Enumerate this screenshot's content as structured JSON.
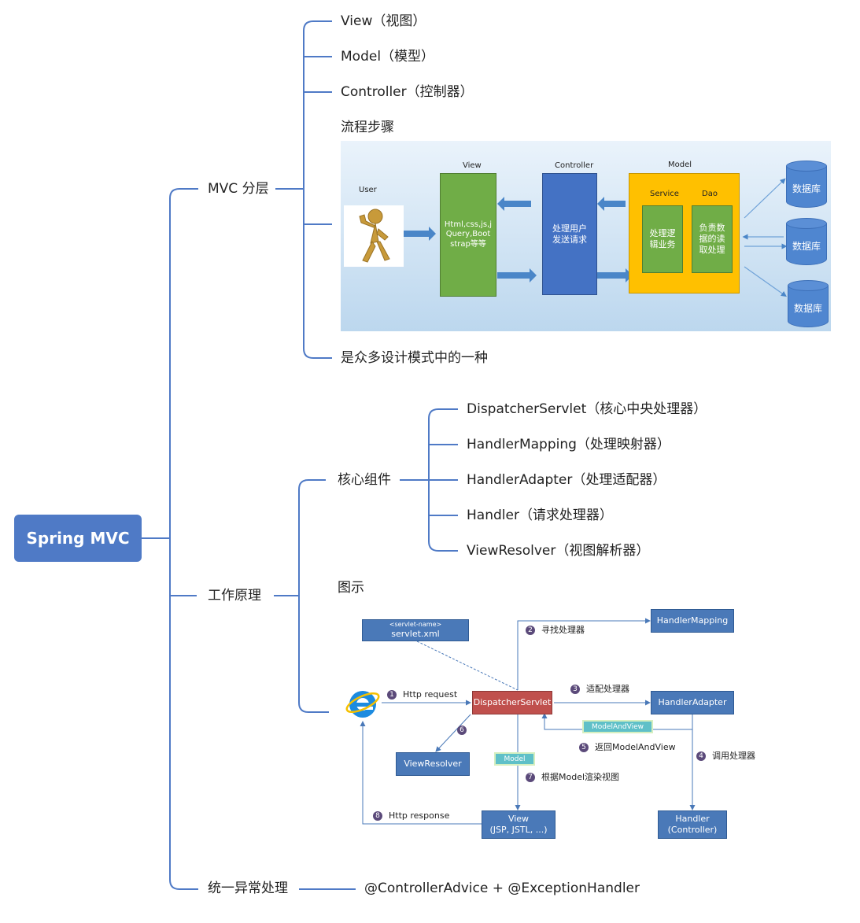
{
  "root": {
    "label": "Spring MVC"
  },
  "branches": {
    "mvc": {
      "label": "MVC 分层",
      "children": [
        "View（视图）",
        "Model（模型）",
        "Controller（控制器）"
      ],
      "flow_title": "流程步骤",
      "last": "是众多设计模式中的一种"
    },
    "principle": {
      "label": "工作原理",
      "core": {
        "label": "核心组件",
        "children": [
          "DispatcherServlet（核心中央处理器）",
          "HandlerMapping（处理映射器）",
          "HandlerAdapter（处理适配器）",
          "Handler（请求处理器）",
          "ViewResolver（视图解析器）"
        ]
      },
      "diagram_title": "图示"
    },
    "exception": {
      "label": "统一异常处理",
      "value": "@ControllerAdvice + @ExceptionHandler"
    }
  },
  "mvc_flow": {
    "user_label": "User",
    "view_label": "View",
    "view_box": "Html,css,js,j\nQuery,Boot\nstrap等等",
    "controller_label": "Controller",
    "controller_box": "处理用户\n发送请求",
    "model_label": "Model",
    "service_label": "Service",
    "dao_label": "Dao",
    "service_box": "处理逻\n辑业务",
    "dao_box": "负责数\n据的读\n取处理",
    "db_label": "数据库"
  },
  "flow_diagram": {
    "servlet_tag": "<servlet-name>",
    "servlet_xml": "servlet.xml",
    "dispatcher": "DispatcherServlet",
    "handler_mapping": "HandlerMapping",
    "handler_adapter": "HandlerAdapter",
    "view_resolver": "ViewResolver",
    "view_line1": "View",
    "view_line2": "(JSP, JSTL, ...)",
    "handler_line1": "Handler",
    "handler_line2": "(Controller)",
    "model_and_view_tag": "ModelAndView",
    "model_tag": "Model",
    "steps": {
      "s1": {
        "n": "1",
        "text": "Http request"
      },
      "s2": {
        "n": "2",
        "text": "寻找处理器"
      },
      "s3": {
        "n": "3",
        "text": "适配处理器"
      },
      "s4": {
        "n": "4",
        "text": "调用处理器"
      },
      "s5": {
        "n": "5",
        "text": "返回ModelAndView"
      },
      "s6": {
        "n": "6",
        "text": ""
      },
      "s7": {
        "n": "7",
        "text": "根据Model渲染视图"
      },
      "s8": {
        "n": "8",
        "text": "Http response"
      }
    }
  },
  "colors": {
    "branch_line": "#4f7ac6",
    "root_bg": "#4f7ac6",
    "view_green": "#70ad47",
    "controller_blue": "#4472c4",
    "model_yellow": "#ffc000",
    "dispatcher_red": "#c0504d",
    "diagram_box": "#4a79b8"
  }
}
